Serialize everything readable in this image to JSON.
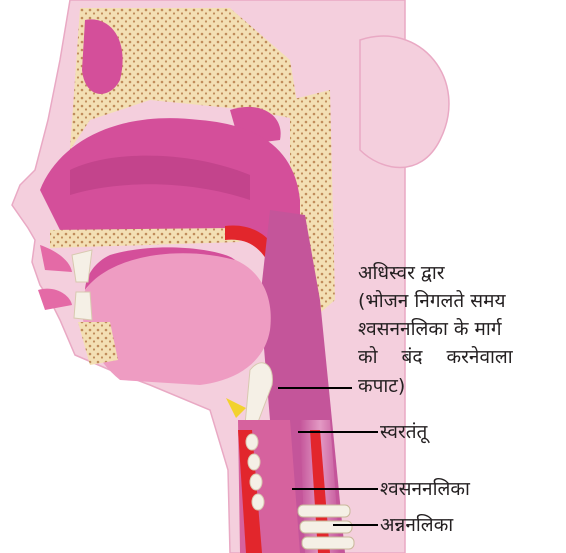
{
  "labels": {
    "epiglottis": {
      "title": "अधिस्वर द्वार",
      "note_line1": "(भोजन निगलते समय",
      "note_line2": "श्वसननलिका के मार्ग",
      "note_line3": "को बंद करनेवाला",
      "note_line4": "कपाट)"
    },
    "vocal_cords": "स्वरतंतू",
    "trachea": "श्वसननलिका",
    "esophagus": "अन्ननलिका"
  },
  "colors": {
    "skin": "#f4cfdd",
    "soft_pink": "#ee9cc2",
    "cavity": "#d44f9a",
    "deep_cavity": "#b23a7e",
    "bone": "#f3dfb4",
    "bone_dots": "#c08c5b",
    "muscle_red": "#e2262c",
    "cartilage": "#f5f0e6",
    "leader_line": "#000000",
    "background_purple": "#a591ac"
  }
}
